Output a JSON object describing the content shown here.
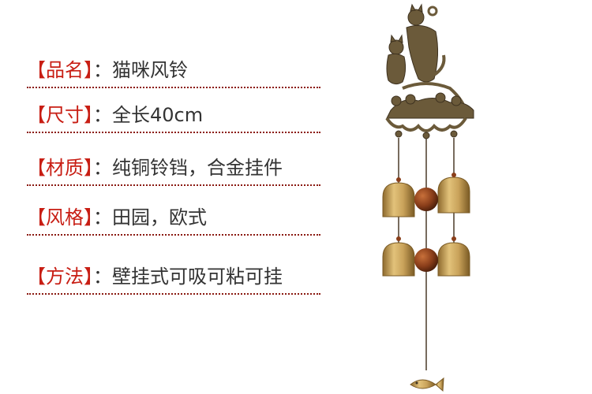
{
  "specs": [
    {
      "key": "品名",
      "value": "猫咪风铃"
    },
    {
      "key": "尺寸",
      "value": "全长40cm"
    },
    {
      "key": "材质",
      "value": "纯铜铃铛，合金挂件"
    },
    {
      "key": "风格",
      "value": "田园，欧式"
    },
    {
      "key": "方法",
      "value": "壁挂式可吸可粘可挂"
    }
  ],
  "bracket_open": "【",
  "bracket_close": "】",
  "separator": "：",
  "colors": {
    "label": "#c81e14",
    "text": "#333333",
    "divider": "#8b1a12",
    "brass": "#c9a25a",
    "bronze": "#6b5a3a",
    "bead": "#8a3e1a"
  }
}
